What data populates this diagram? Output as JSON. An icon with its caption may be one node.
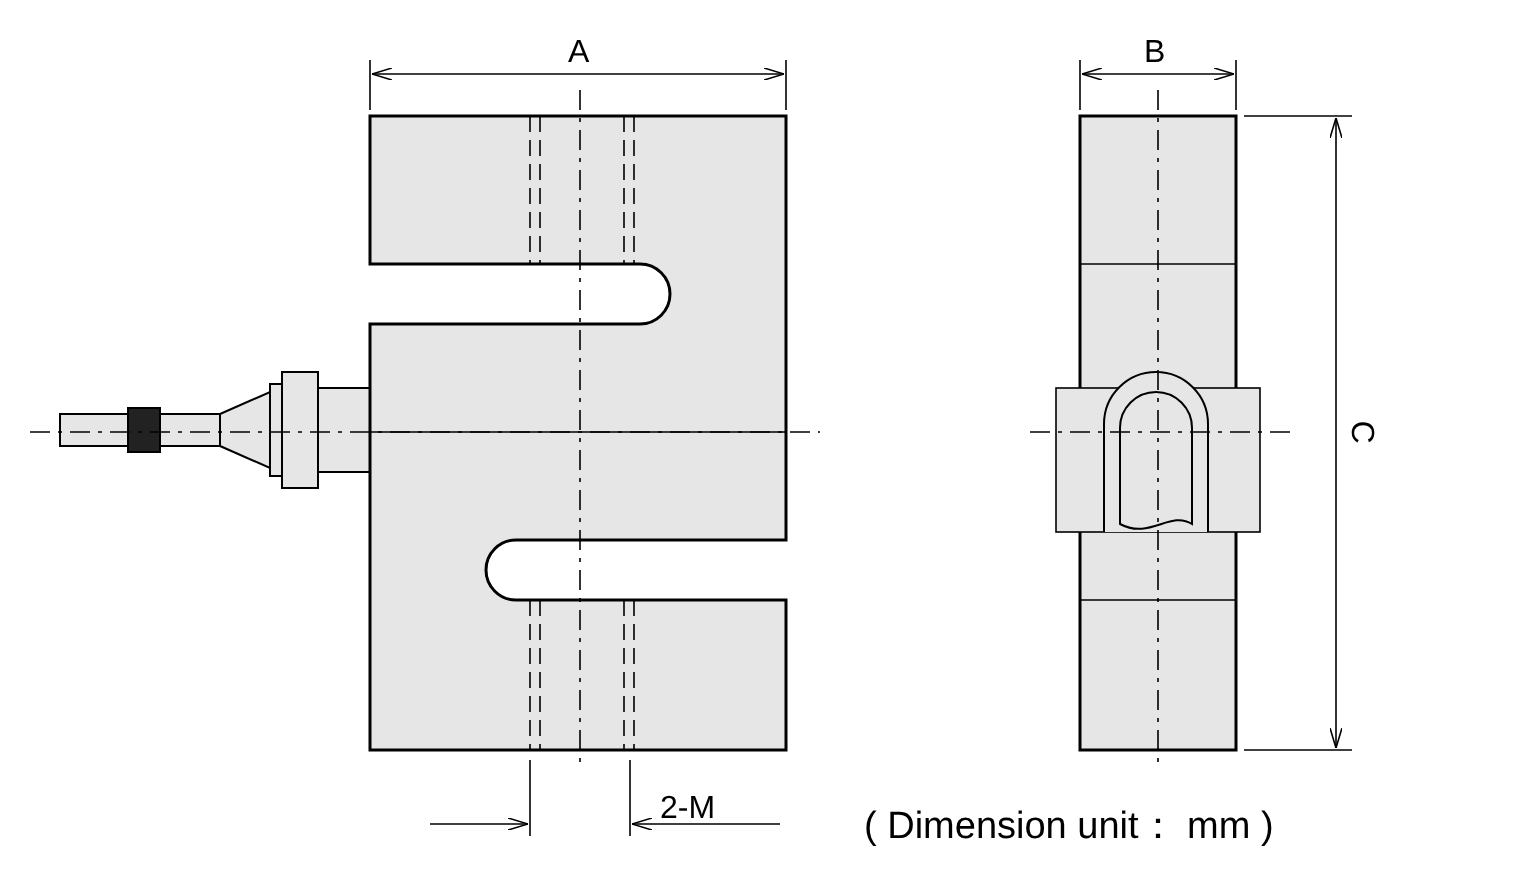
{
  "diagram": {
    "labels": [
      "A",
      "B",
      "C",
      "2-M",
      "( Dimension unit： mm )"
    ]
  }
}
